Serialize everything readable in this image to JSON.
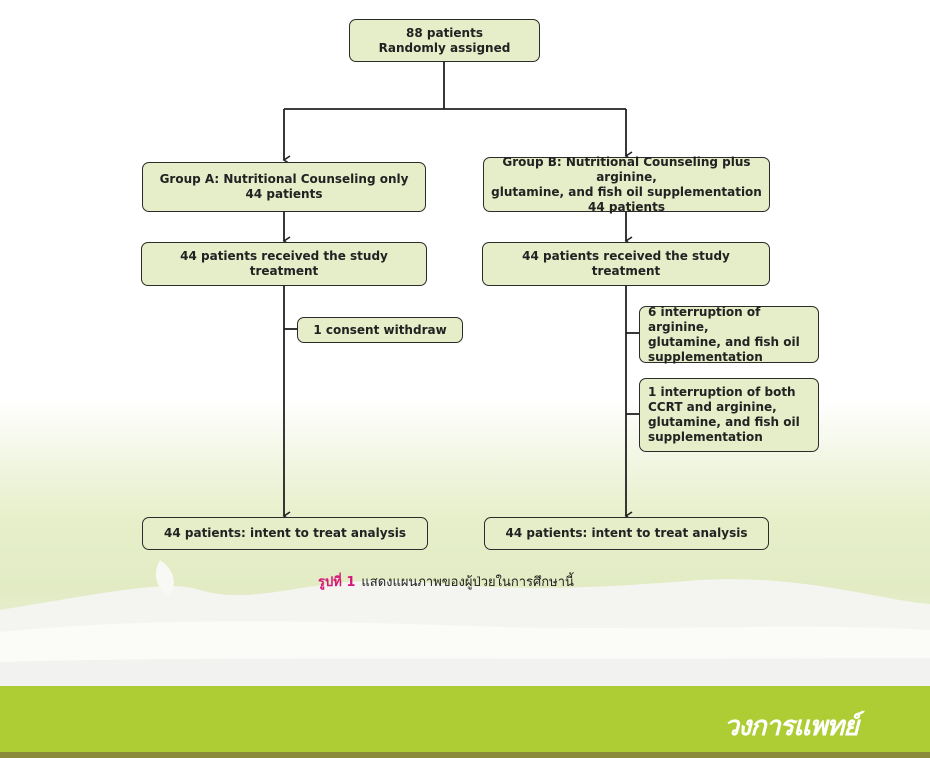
{
  "flowchart": {
    "start": "88 patients\nRandomly assigned",
    "group_a": {
      "title": "Group A: Nutritional Counseling only\n44 patients",
      "received": "44 patients received the study treatment",
      "events": [
        "1 consent withdraw"
      ],
      "analysis": "44 patients: intent to treat analysis"
    },
    "group_b": {
      "title": "Group B: Nutritional Counseling plus arginine,\nglutamine, and fish oil supplementation\n44 patients",
      "received": "44 patients received the study treatment",
      "events": [
        "6 interruption of arginine,\nglutamine, and fish oil\nsupplementation",
        "1 interruption of both\nCCRT and arginine,\nglutamine, and fish oil\nsupplementation"
      ],
      "analysis": "44 patients: intent to treat analysis"
    }
  },
  "caption": {
    "figure_label": "รูปที่ 1",
    "text": "แสดงแผนภาพของผู้ป่วยในการศึกษานี้"
  },
  "footer": {
    "logo_text": "วงการแพทย์"
  },
  "colors": {
    "box_fill": "#e5eec9",
    "caption_label": "#d6187a",
    "footer_band": "#aecd34"
  }
}
